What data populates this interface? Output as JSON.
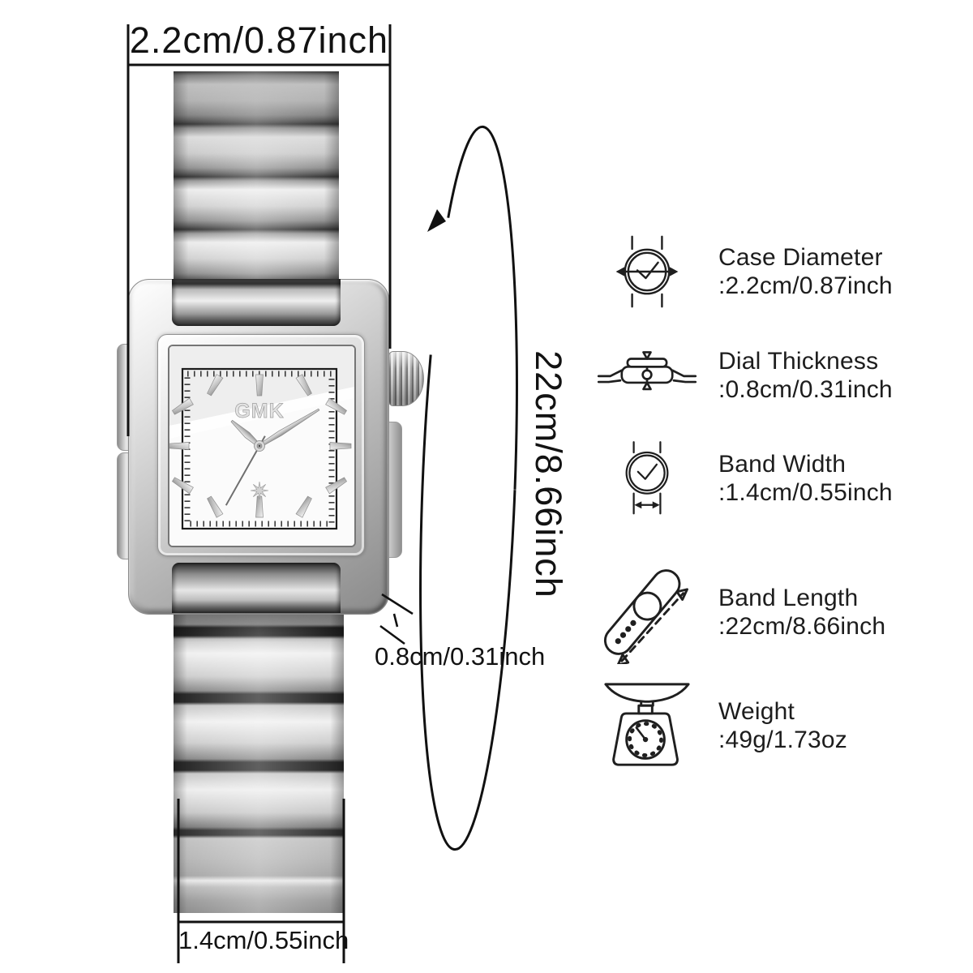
{
  "annotations": {
    "case_width": "2.2cm/0.87inch",
    "band_length_vertical": "22cm/8.66inch",
    "case_thickness": "0.8cm/0.31inch",
    "band_width": "1.4cm/0.55inch"
  },
  "dial": {
    "logo": "GMK"
  },
  "specs": [
    {
      "icon": "watch-case-diameter-icon",
      "label": "Case Diameter",
      "value": ":2.2cm/0.87inch"
    },
    {
      "icon": "watch-side-profile-icon",
      "label": "Dial Thickness",
      "value": ":0.8cm/0.31inch"
    },
    {
      "icon": "watch-band-width-icon",
      "label": "Band Width",
      "value": ":1.4cm/0.55inch"
    },
    {
      "icon": "watch-band-length-icon",
      "label": "Band Length",
      "value": ":22cm/8.66inch"
    },
    {
      "icon": "weight-scale-icon",
      "label": "Weight",
      "value": ":49g/1.73oz"
    }
  ],
  "colors": {
    "ink": "#1c1c1c",
    "background": "#ffffff",
    "metal_light": "#f2f2f2",
    "metal_mid": "#c0c0c0",
    "metal_dark": "#6e6e6e",
    "dial": "#fbfbfb"
  }
}
